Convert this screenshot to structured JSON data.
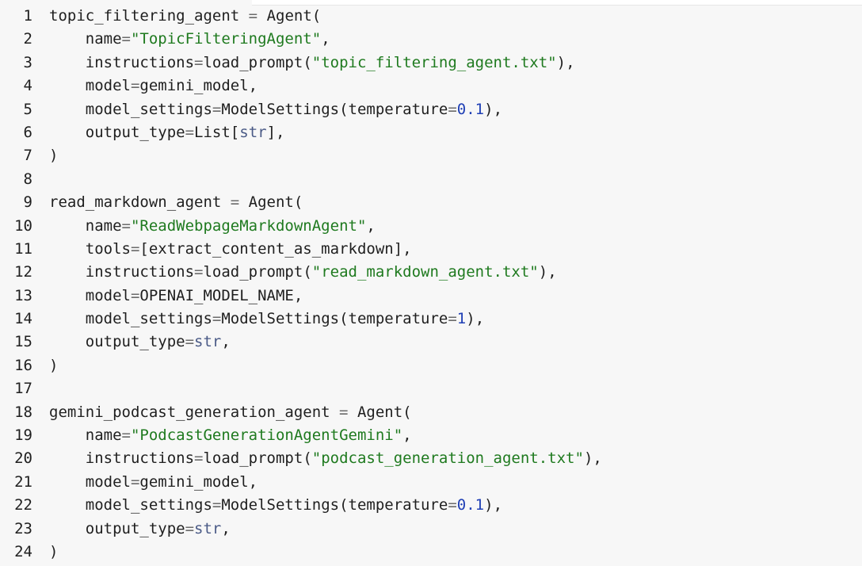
{
  "code": {
    "lines": [
      [
        {
          "t": "topic_filtering_agent ",
          "c": ""
        },
        {
          "t": "=",
          "c": "op"
        },
        {
          "t": " Agent(",
          "c": ""
        }
      ],
      [
        {
          "t": "    name",
          "c": ""
        },
        {
          "t": "=",
          "c": "op"
        },
        {
          "t": "\"TopicFilteringAgent\"",
          "c": "str"
        },
        {
          "t": ",",
          "c": ""
        }
      ],
      [
        {
          "t": "    instructions",
          "c": ""
        },
        {
          "t": "=",
          "c": "op"
        },
        {
          "t": "load_prompt(",
          "c": ""
        },
        {
          "t": "\"topic_filtering_agent.txt\"",
          "c": "str"
        },
        {
          "t": "),",
          "c": ""
        }
      ],
      [
        {
          "t": "    model",
          "c": ""
        },
        {
          "t": "=",
          "c": "op"
        },
        {
          "t": "gemini_model,",
          "c": ""
        }
      ],
      [
        {
          "t": "    model_settings",
          "c": ""
        },
        {
          "t": "=",
          "c": "op"
        },
        {
          "t": "ModelSettings(temperature",
          "c": ""
        },
        {
          "t": "=",
          "c": "op"
        },
        {
          "t": "0.1",
          "c": "num"
        },
        {
          "t": "),",
          "c": ""
        }
      ],
      [
        {
          "t": "    output_type",
          "c": ""
        },
        {
          "t": "=",
          "c": "op"
        },
        {
          "t": "List[",
          "c": ""
        },
        {
          "t": "str",
          "c": "bi"
        },
        {
          "t": "],",
          "c": ""
        }
      ],
      [
        {
          "t": ")",
          "c": ""
        }
      ],
      [],
      [
        {
          "t": "read_markdown_agent ",
          "c": ""
        },
        {
          "t": "=",
          "c": "op"
        },
        {
          "t": " Agent(",
          "c": ""
        }
      ],
      [
        {
          "t": "    name",
          "c": ""
        },
        {
          "t": "=",
          "c": "op"
        },
        {
          "t": "\"ReadWebpageMarkdownAgent\"",
          "c": "str"
        },
        {
          "t": ",",
          "c": ""
        }
      ],
      [
        {
          "t": "    tools",
          "c": ""
        },
        {
          "t": "=",
          "c": "op"
        },
        {
          "t": "[extract_content_as_markdown],",
          "c": ""
        }
      ],
      [
        {
          "t": "    instructions",
          "c": ""
        },
        {
          "t": "=",
          "c": "op"
        },
        {
          "t": "load_prompt(",
          "c": ""
        },
        {
          "t": "\"read_markdown_agent.txt\"",
          "c": "str"
        },
        {
          "t": "),",
          "c": ""
        }
      ],
      [
        {
          "t": "    model",
          "c": ""
        },
        {
          "t": "=",
          "c": "op"
        },
        {
          "t": "OPENAI_MODEL_NAME,",
          "c": ""
        }
      ],
      [
        {
          "t": "    model_settings",
          "c": ""
        },
        {
          "t": "=",
          "c": "op"
        },
        {
          "t": "ModelSettings(temperature",
          "c": ""
        },
        {
          "t": "=",
          "c": "op"
        },
        {
          "t": "1",
          "c": "num"
        },
        {
          "t": "),",
          "c": ""
        }
      ],
      [
        {
          "t": "    output_type",
          "c": ""
        },
        {
          "t": "=",
          "c": "op"
        },
        {
          "t": "str",
          "c": "bi"
        },
        {
          "t": ",",
          "c": ""
        }
      ],
      [
        {
          "t": ")",
          "c": ""
        }
      ],
      [],
      [
        {
          "t": "gemini_podcast_generation_agent ",
          "c": ""
        },
        {
          "t": "=",
          "c": "op"
        },
        {
          "t": " Agent(",
          "c": ""
        }
      ],
      [
        {
          "t": "    name",
          "c": ""
        },
        {
          "t": "=",
          "c": "op"
        },
        {
          "t": "\"PodcastGenerationAgentGemini\"",
          "c": "str"
        },
        {
          "t": ",",
          "c": ""
        }
      ],
      [
        {
          "t": "    instructions",
          "c": ""
        },
        {
          "t": "=",
          "c": "op"
        },
        {
          "t": "load_prompt(",
          "c": ""
        },
        {
          "t": "\"podcast_generation_agent.txt\"",
          "c": "str"
        },
        {
          "t": "),",
          "c": ""
        }
      ],
      [
        {
          "t": "    model",
          "c": ""
        },
        {
          "t": "=",
          "c": "op"
        },
        {
          "t": "gemini_model,",
          "c": ""
        }
      ],
      [
        {
          "t": "    model_settings",
          "c": ""
        },
        {
          "t": "=",
          "c": "op"
        },
        {
          "t": "ModelSettings(temperature",
          "c": ""
        },
        {
          "t": "=",
          "c": "op"
        },
        {
          "t": "0.1",
          "c": "num"
        },
        {
          "t": "),",
          "c": ""
        }
      ],
      [
        {
          "t": "    output_type",
          "c": ""
        },
        {
          "t": "=",
          "c": "op"
        },
        {
          "t": "str",
          "c": "bi"
        },
        {
          "t": ",",
          "c": ""
        }
      ],
      [
        {
          "t": ")",
          "c": ""
        }
      ]
    ],
    "line_numbers": [
      "1",
      "2",
      "3",
      "4",
      "5",
      "6",
      "7",
      "8",
      "9",
      "10",
      "11",
      "12",
      "13",
      "14",
      "15",
      "16",
      "17",
      "18",
      "19",
      "20",
      "21",
      "22",
      "23",
      "24"
    ]
  },
  "colors": {
    "background": "#f7f7f7",
    "text": "#1f1f1f",
    "string": "#1f7a1f",
    "number": "#1f3fb5",
    "operator": "#6b6b6b",
    "builtin": "#4a5a86"
  }
}
